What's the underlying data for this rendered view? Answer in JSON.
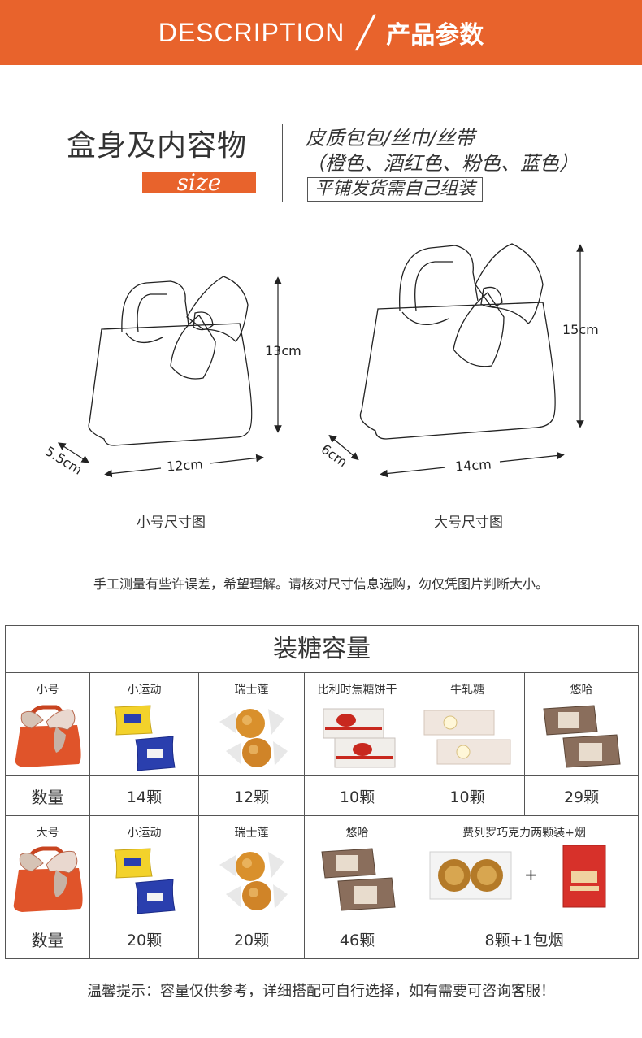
{
  "header": {
    "en": "DESCRIPTION",
    "cn": "产品参数"
  },
  "intro": {
    "title": "盒身及内容物",
    "size_tag": "size",
    "materials": "皮质包包/丝巾/丝带",
    "colors": "（橙色、酒红色、粉色、蓝色）",
    "assembly": "平铺发货需自己组装"
  },
  "dimensions": {
    "small": {
      "height": "13cm",
      "width": "12cm",
      "depth": "5.5cm",
      "caption": "小号尺寸图"
    },
    "large": {
      "height": "15cm",
      "width": "14cm",
      "depth": "6cm",
      "caption": "大号尺寸图"
    }
  },
  "measure_note": "手工测量有些许误差，希望理解。请核对尺寸信息选购，勿仅凭图片判断大小。",
  "capacity": {
    "title": "装糖容量",
    "qty_label": "数量",
    "small": {
      "size_label": "小号",
      "items": [
        {
          "name": "小运动",
          "qty": "14颗"
        },
        {
          "name": "瑞士莲",
          "qty": "12颗"
        },
        {
          "name": "比利时焦糖饼干",
          "qty": "10颗"
        },
        {
          "name": "牛轧糖",
          "qty": "10颗"
        },
        {
          "name": "悠哈",
          "qty": "29颗"
        }
      ]
    },
    "large": {
      "size_label": "大号",
      "items": [
        {
          "name": "小运动",
          "qty": "20颗"
        },
        {
          "name": "瑞士莲",
          "qty": "20颗"
        },
        {
          "name": "悠哈",
          "qty": "46颗"
        },
        {
          "name": "费列罗巧克力两颗装+烟",
          "qty": "8颗+1包烟"
        }
      ]
    },
    "plus_sign": "+"
  },
  "bottom_note": "温馨提示：容量仅供参考，详细搭配可自行选择，如有需要可咨询客服！",
  "colors": {
    "accent": "#e8632c",
    "bag": "#e0542a",
    "ritter_yellow": "#f3d22b",
    "ritter_blue": "#2a3fae",
    "lindt": "#d9902c",
    "cigarette": "#d7312a"
  },
  "icons": [
    "bag-outline-icon",
    "bow-icon",
    "dimension-arrow-icon",
    "ritter-sport-icon",
    "lindor-icon",
    "lotus-biscoff-icon",
    "nougat-icon",
    "yuha-candy-icon",
    "ferrero-icon",
    "cigarette-pack-icon",
    "orange-bag-icon"
  ]
}
